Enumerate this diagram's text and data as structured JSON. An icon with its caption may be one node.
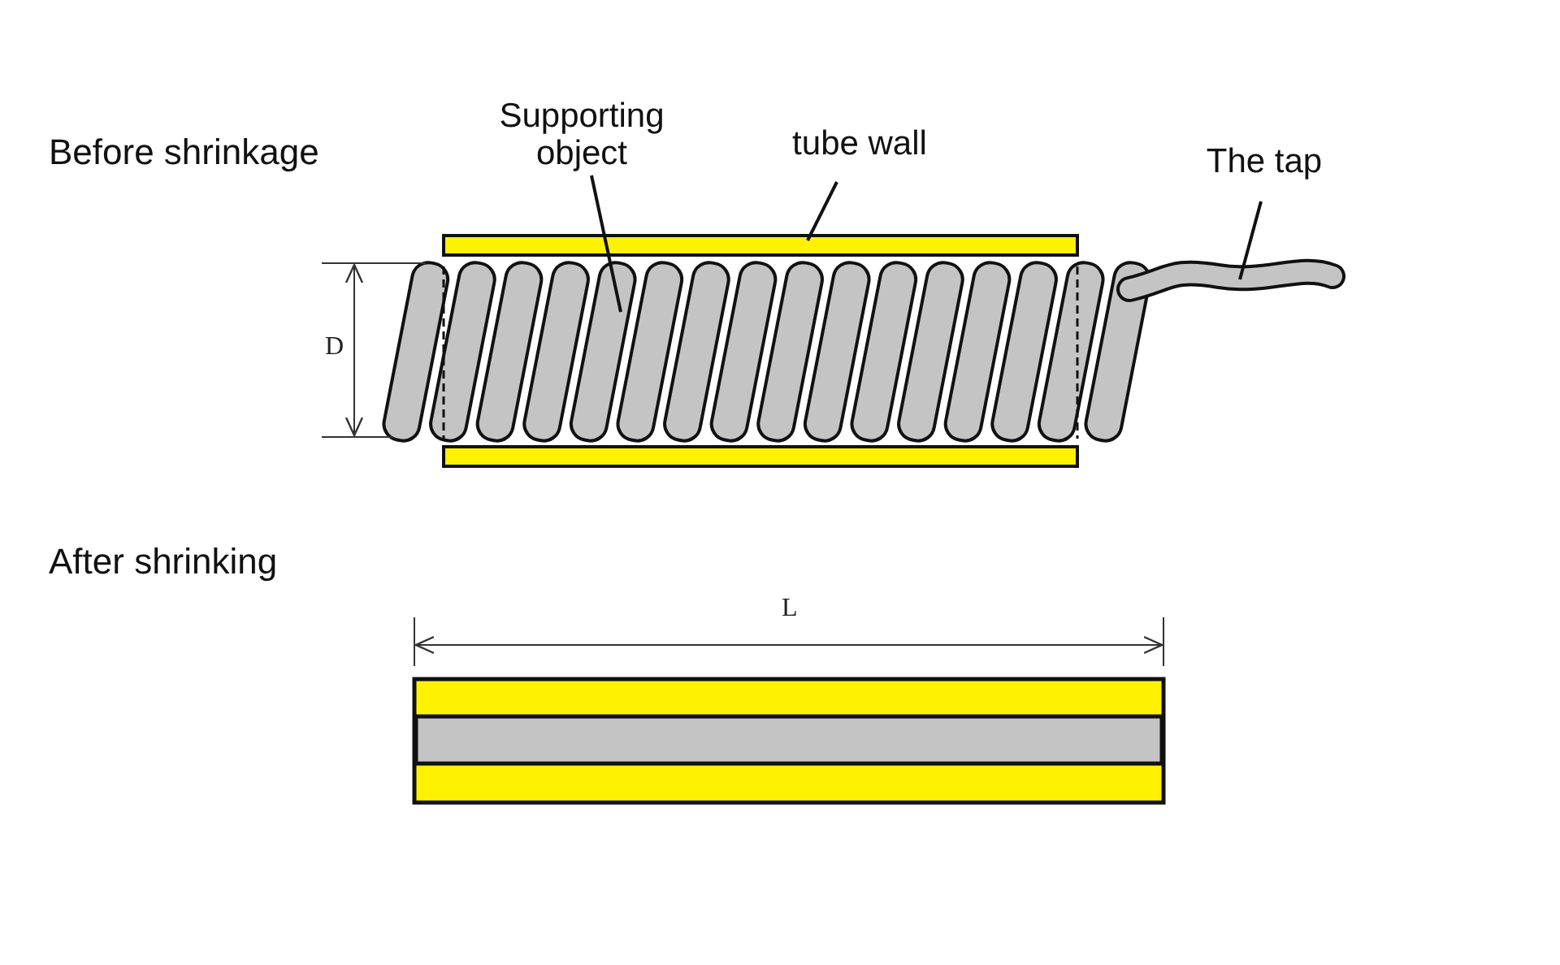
{
  "diagram": {
    "nodes": [
      {
        "text": [
          "Supporting object"
        ]
      },
      {
        "text": [
          "tube wall"
        ]
      },
      {
        "text": [
          "The tap"
        ]
      },
      {
        "text": [],
        "shape": "coil"
      },
      {
        "text": [],
        "shape": "bar"
      },
      {
        "text": [],
        "shape": "bar"
      },
      {
        "text": [],
        "shape": "wire"
      }
    ],
    "edges": [
      {
        "from": 0,
        "to": 3,
        "arrow": "none"
      },
      {
        "from": 1,
        "to": 4,
        "arrow": "none"
      },
      {
        "from": 2,
        "to": 6,
        "arrow": "none"
      }
    ],
    "labels": [
      "Before shrinkage",
      "D",
      "After shrinking",
      "L"
    ]
  }
}
